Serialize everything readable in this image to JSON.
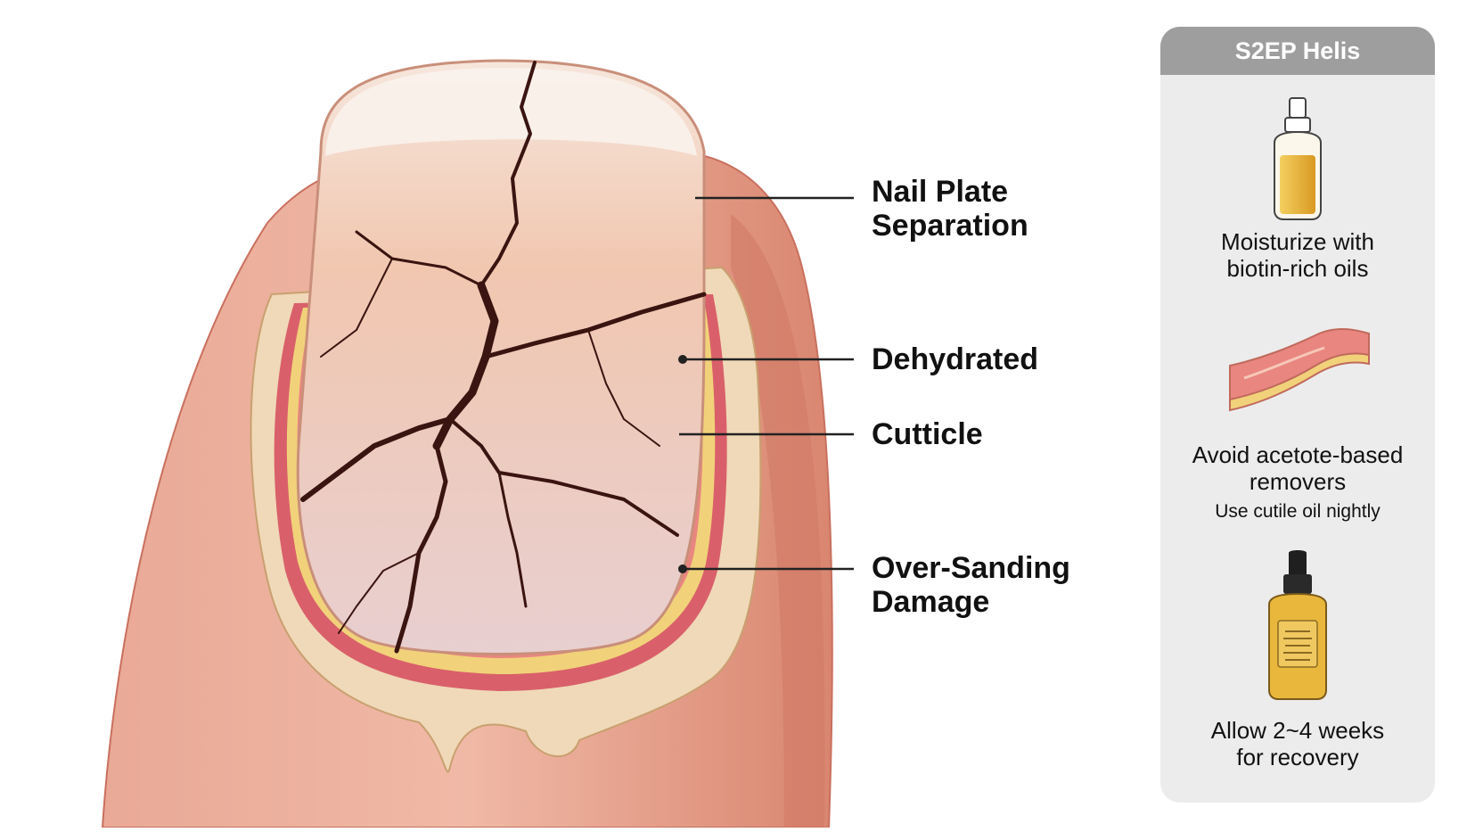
{
  "labels": {
    "nail_plate_separation": [
      "Nail Plate",
      "Separation"
    ],
    "dehydrated": "Dehydrated",
    "cuticle": "Cutticle",
    "over_sanding": [
      "Over-Sanding",
      "Damage"
    ]
  },
  "panel": {
    "title": "S2EP Helis",
    "tips": [
      {
        "icon": "oil-bottle-icon",
        "lines": [
          "Moisturize with",
          "biotin-rich oils"
        ]
      },
      {
        "icon": "skin-layers-icon",
        "lines": [
          "Avoid acetote-based",
          "removers"
        ],
        "note": "Use cutile oil nightly"
      },
      {
        "icon": "dropper-bottle-icon",
        "lines": [
          "Allow 2~4 weeks",
          "for recovery"
        ]
      }
    ]
  },
  "colors": {
    "skin": "#e8a08c",
    "skin_dark": "#c9705e",
    "nail": "#f2c4ae",
    "crack": "#3a1410",
    "cuticle_yellow": "#f1d27a",
    "cuticle_red": "#d9606a",
    "panel_bg": "#ececec",
    "panel_header": "#9e9e9e",
    "oil": "#e9b73c"
  }
}
